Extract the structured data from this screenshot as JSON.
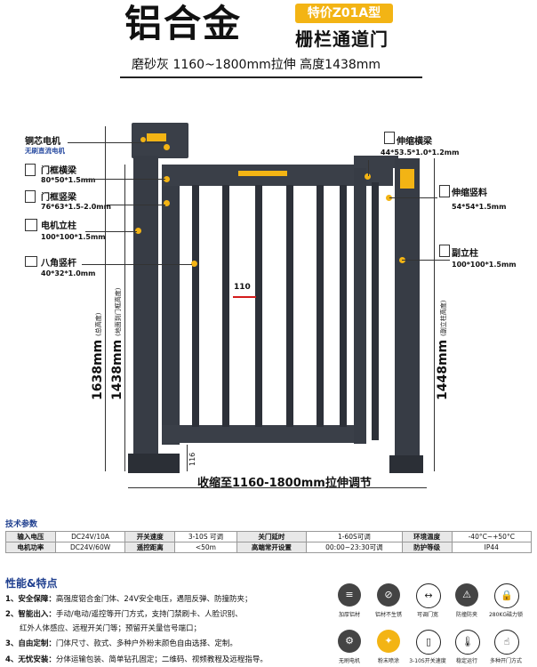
{
  "header": {
    "title": "铝合金",
    "badge": "特价Z01A型",
    "subtitle": "栅栏通道门",
    "spec": "磨砂灰 1160~1800mm拉伸  高度1438mm"
  },
  "left_labels": [
    {
      "name": "铜芯电机",
      "sub": "无刷直流电机"
    },
    {
      "name": "门框横梁",
      "sub": "80*50*1.5mm"
    },
    {
      "name": "门框竖梁",
      "sub": "76*63*1.5-2.0mm"
    },
    {
      "name": "电机立柱",
      "sub": "100*100*1.5mm"
    },
    {
      "name": "八角竖杆",
      "sub": "40*32*1.0mm"
    }
  ],
  "right_labels": [
    {
      "name": "伸缩横梁",
      "sub": "44*53.5*1.0*1.2mm"
    },
    {
      "name": "伸缩竖料",
      "sub": "54*54*1.5mm"
    },
    {
      "name": "副立柱",
      "sub": "100*100*1.5mm"
    }
  ],
  "dimensions": {
    "total_height": "1638mm",
    "total_height_note": "(总高度)",
    "ground_height": "1438mm",
    "ground_height_note": "(地面到门框高度)",
    "sub_post_height": "1448mm",
    "sub_post_note": "(副立柱高度)",
    "gap": "110",
    "bottom_gap": "116",
    "width": "收缩至1160-1800mm拉伸调节"
  },
  "spec_table": {
    "title": "技术参数",
    "rows": [
      [
        "输入电压",
        "DC24V/10A",
        "开关速度",
        "3-10S 可调",
        "关门延时",
        "1-60S可调",
        "环境温度",
        "-40°C~+50°C"
      ],
      [
        "电机功率",
        "DC24V/60W",
        "遥控距离",
        "<50m",
        "高端常开设置",
        "00:00~23:30可调",
        "防护等级",
        "IP44"
      ]
    ]
  },
  "features": {
    "title": "性能&特点",
    "lines": [
      {
        "label": "1、安全保障：",
        "text": "高强度铝合金门体、24V安全电压，遇阻反弹、防撞防夹；"
      },
      {
        "label": "2、智能出入：",
        "text": "手动/电动/遥控等开门方式，支持门禁刷卡、人脸识别、"
      },
      {
        "label": "",
        "text": "红外人体感应、远程开关门等；预留开关量信号端口；"
      },
      {
        "label": "3、自由定制：",
        "text": "门体尺寸、款式、多种户外粉末颜色自由选择、定制。"
      },
      {
        "label": "4、无忧安装：",
        "text": "分体运输包装、简单钻孔固定；二维码、视频教程及远程指导。"
      }
    ],
    "icons": [
      {
        "icon": "layers-icon",
        "glyph": "≡",
        "caption": "加厚铝材"
      },
      {
        "icon": "no-rust-icon",
        "glyph": "⊘",
        "caption": "铝材不生锈"
      },
      {
        "icon": "width-icon",
        "glyph": "↔",
        "caption": "可调门宽"
      },
      {
        "icon": "anti-collision-icon",
        "glyph": "⚠",
        "caption": "防撞防夹"
      },
      {
        "icon": "lock-icon",
        "glyph": "🔒",
        "caption": "280KG磁力锁"
      },
      {
        "icon": "motor-icon",
        "glyph": "⚙",
        "caption": "无刷电机"
      },
      {
        "icon": "powder-icon",
        "glyph": "✦",
        "caption": "粉末喷涂"
      },
      {
        "icon": "door-icon",
        "glyph": "▯",
        "caption": "3-10S开关速度"
      },
      {
        "icon": "thermometer-icon",
        "glyph": "🌡",
        "caption": "稳定运行"
      },
      {
        "icon": "hand-icon",
        "glyph": "☝",
        "caption": "多种开门方式"
      }
    ]
  }
}
